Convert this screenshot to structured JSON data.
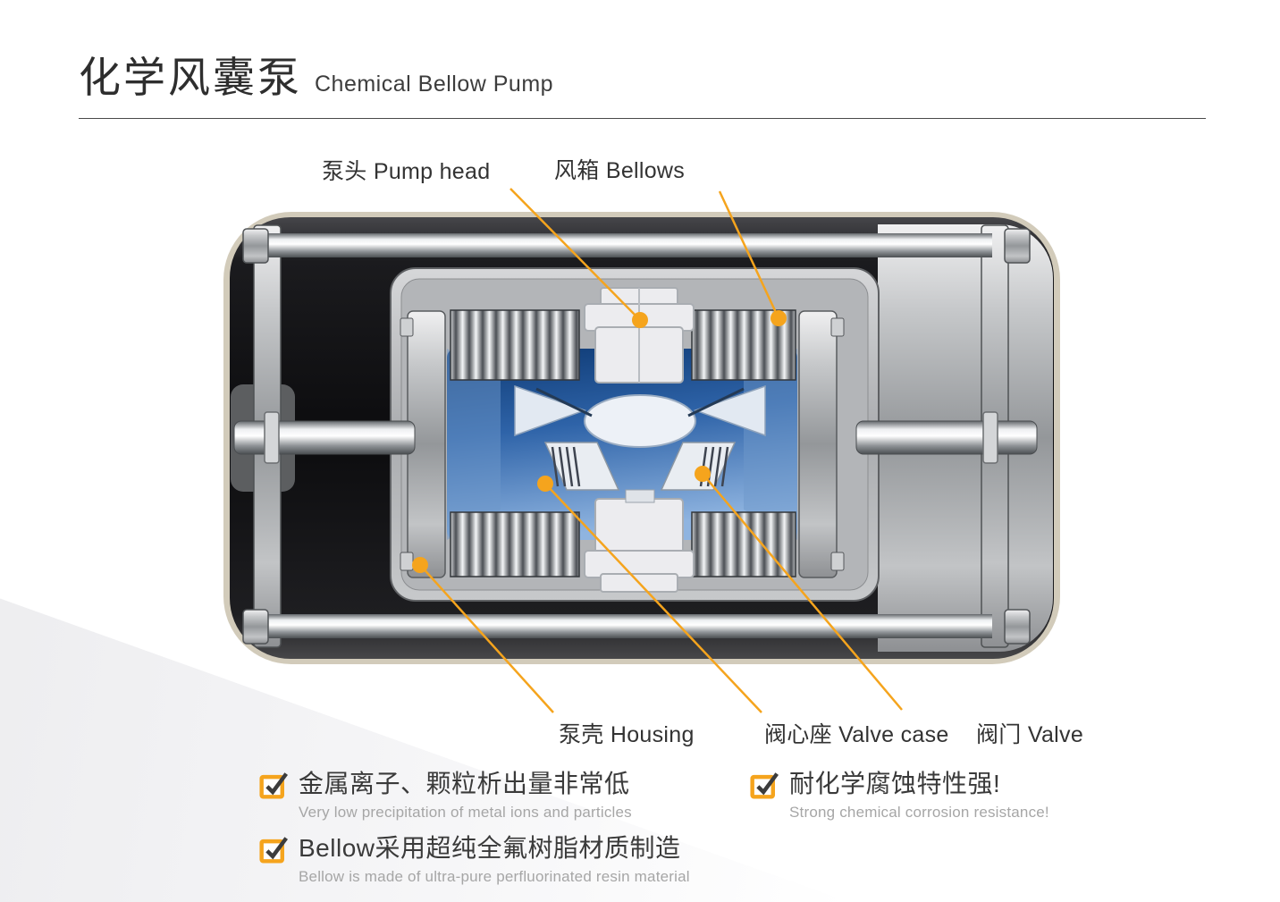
{
  "header": {
    "title_zh": "化学风囊泵",
    "title_en": "Chemical Bellow Pump"
  },
  "diagram": {
    "labels": {
      "pump_head": "泵头 Pump head",
      "bellows": "风箱 Bellows",
      "housing": "泵壳 Housing",
      "valve_case": "阀心座 Valve case",
      "valve": "阀门 Valve"
    }
  },
  "features": [
    {
      "zh": "金属离子、颗粒析出量非常低",
      "en": "Very low precipitation of metal ions and particles"
    },
    {
      "zh": "耐化学腐蚀特性强!",
      "en": "Strong chemical corrosion resistance!"
    },
    {
      "zh": "Bellow采用超纯全氟树脂材质制造",
      "en": "Bellow is made of ultra-pure perfluorinated resin material"
    }
  ],
  "colors": {
    "accent_orange": "#F5A41D",
    "text_dark": "#3a3a3a",
    "text_gray": "#a6a6a6",
    "chamber_blue": "#2d62a6"
  }
}
